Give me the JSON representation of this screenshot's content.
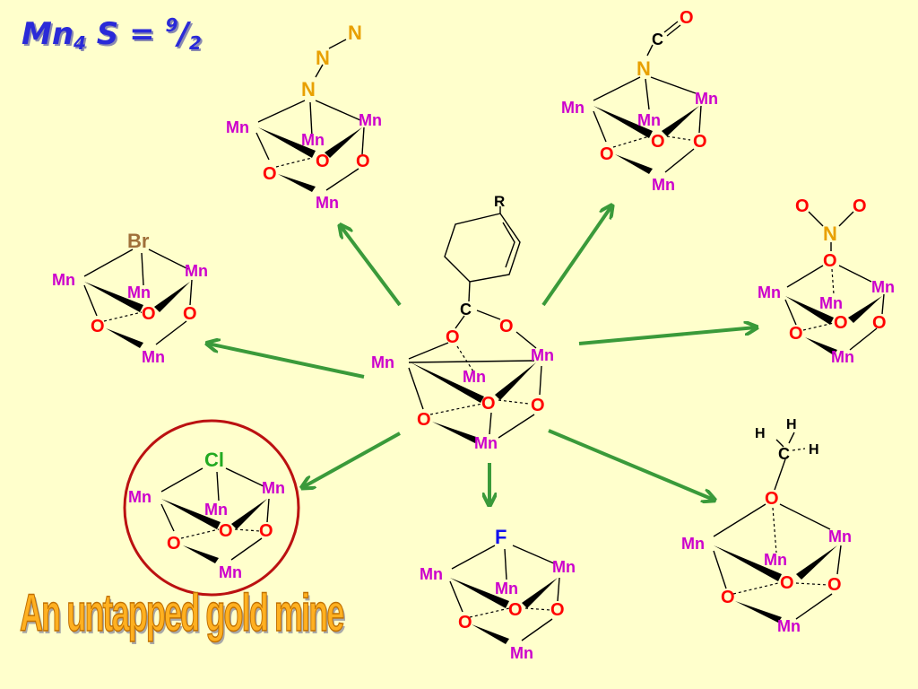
{
  "title": {
    "main": "Mn",
    "sub": "4",
    "eq": " S = ",
    "sup": "9",
    "slash": "/",
    "den": "2"
  },
  "tagline": "An untapped gold mine",
  "labels": {
    "mn": "Mn",
    "o": "O",
    "n": "N",
    "c": "C",
    "h": "H",
    "r": "R",
    "br": "Br",
    "cl": "Cl",
    "f": "F"
  },
  "highlight": {
    "circled_ligand": "Cl",
    "circle_color": "#bb1111"
  },
  "colors": {
    "background": "#ffffcc",
    "mn": "#cc00cc",
    "o": "#ff0000",
    "n": "#e8a000",
    "br": "#a0703a",
    "cl": "#22aa22",
    "f": "#1111ee",
    "arrow": "#3a9a3a",
    "title": "#2a2ad8",
    "tagline": "#ffb020"
  },
  "structures": [
    {
      "id": "central",
      "ligand": "benzoate (R-C6H4-CO2)",
      "atoms": [
        "R",
        "C",
        "O",
        "O",
        "Mn",
        "Mn",
        "Mn",
        "Mn",
        "O",
        "O",
        "O"
      ]
    },
    {
      "id": "azide",
      "ligand": "N3",
      "atoms": [
        "N",
        "N",
        "N",
        "Mn",
        "Mn",
        "Mn",
        "Mn",
        "O",
        "O",
        "O"
      ]
    },
    {
      "id": "cyanate",
      "ligand": "OCN",
      "atoms": [
        "O",
        "C",
        "N",
        "Mn",
        "Mn",
        "Mn",
        "Mn",
        "O",
        "O",
        "O"
      ]
    },
    {
      "id": "bromide",
      "ligand": "Br",
      "atoms": [
        "Br",
        "Mn",
        "Mn",
        "Mn",
        "Mn",
        "O",
        "O",
        "O"
      ]
    },
    {
      "id": "nitrate",
      "ligand": "NO3",
      "atoms": [
        "O",
        "O",
        "N",
        "O",
        "Mn",
        "Mn",
        "Mn",
        "Mn",
        "O",
        "O",
        "O"
      ]
    },
    {
      "id": "chloride",
      "ligand": "Cl",
      "atoms": [
        "Cl",
        "Mn",
        "Mn",
        "Mn",
        "Mn",
        "O",
        "O",
        "O"
      ]
    },
    {
      "id": "fluoride",
      "ligand": "F",
      "atoms": [
        "F",
        "Mn",
        "Mn",
        "Mn",
        "Mn",
        "O",
        "O",
        "O"
      ]
    },
    {
      "id": "methoxide",
      "ligand": "OCH3",
      "atoms": [
        "H",
        "H",
        "H",
        "C",
        "O",
        "Mn",
        "Mn",
        "Mn",
        "Mn",
        "O",
        "O",
        "O"
      ]
    }
  ]
}
